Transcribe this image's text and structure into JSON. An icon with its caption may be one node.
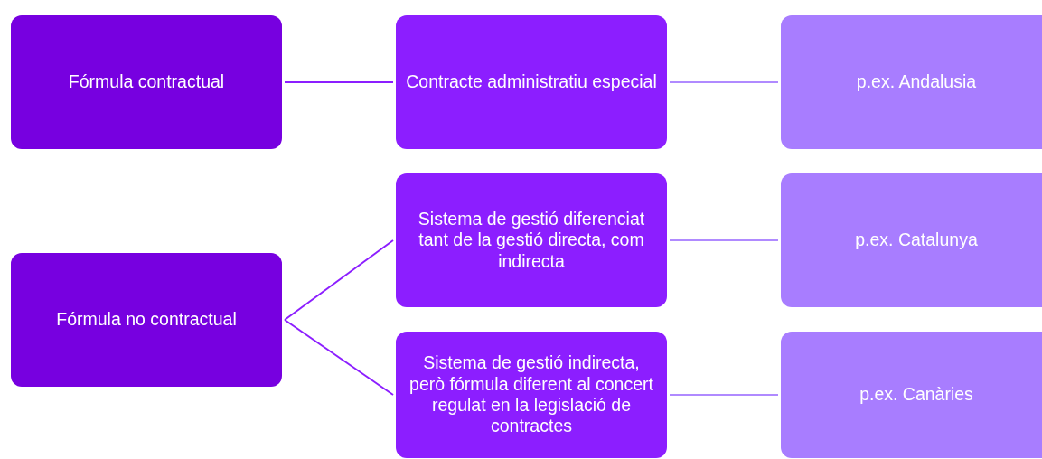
{
  "diagram": {
    "nodes": [
      {
        "text": [
          "Fórmula contractual"
        ]
      },
      {
        "text": [
          "Contracte administratiu especial"
        ]
      },
      {
        "text": [
          "p.ex. Andalusia"
        ]
      },
      {
        "text": [
          "Fórmula no contractual"
        ]
      },
      {
        "text": [
          "Sistema de gestió diferenciat tant de la gestió directa, com indirecta"
        ]
      },
      {
        "text": [
          "p.ex. Catalunya"
        ]
      },
      {
        "text": [
          "Sistema de gestió indirecta, però fórmula diferent al concert regulat en la legislació de contractes"
        ]
      },
      {
        "text": [
          "p.ex. Canàries"
        ]
      }
    ],
    "edges": [
      {
        "from": 0,
        "to": 1,
        "arrow": "none",
        "color": "#8c1eff"
      },
      {
        "from": 1,
        "to": 2,
        "arrow": "none",
        "color": "#b08aff"
      },
      {
        "from": 3,
        "to": 4,
        "arrow": "none",
        "color": "#8c1eff"
      },
      {
        "from": 4,
        "to": 5,
        "arrow": "none",
        "color": "#b08aff"
      },
      {
        "from": 3,
        "to": 6,
        "arrow": "none",
        "color": "#8c1eff"
      },
      {
        "from": 6,
        "to": 7,
        "arrow": "none",
        "color": "#b08aff"
      }
    ]
  }
}
